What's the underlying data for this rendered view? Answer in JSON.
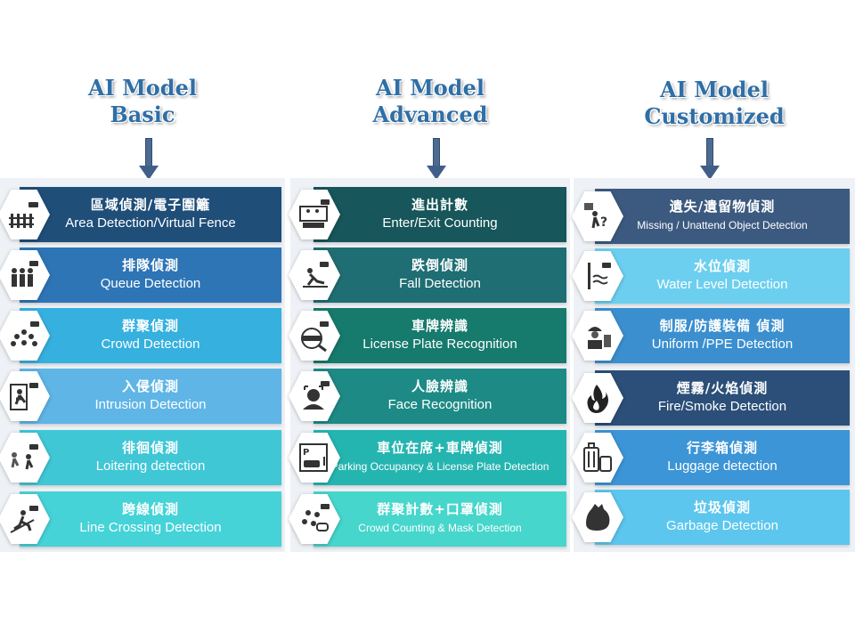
{
  "columns": [
    {
      "title_line1": "AI Model",
      "title_line2": "Basic",
      "items": [
        {
          "zh": "區域偵測/電子圍籬",
          "en": "Area Detection/Virtual Fence",
          "color": "#1f4e79",
          "icon": "fence-camera-icon"
        },
        {
          "zh": "排隊偵測",
          "en": "Queue Detection",
          "color": "#2e75b6",
          "icon": "queue-people-icon"
        },
        {
          "zh": "群聚偵測",
          "en": "Crowd Detection",
          "color": "#35b0df",
          "icon": "crowd-icon"
        },
        {
          "zh": "入侵偵測",
          "en": "Intrusion Detection",
          "color": "#5fb5e6",
          "icon": "intrusion-icon"
        },
        {
          "zh": "徘徊偵測",
          "en": "Loitering detection",
          "color": "#3fc7d6",
          "icon": "loitering-icon"
        },
        {
          "zh": "跨線偵測",
          "en": "Line Crossing Detection",
          "color": "#45d3d8",
          "icon": "line-crossing-icon"
        }
      ]
    },
    {
      "title_line1": "AI Model",
      "title_line2": "Advanced",
      "items": [
        {
          "zh": "進出計數",
          "en": "Enter/Exit Counting",
          "color": "#17565a",
          "icon": "enter-exit-icon",
          "small": false
        },
        {
          "zh": "跌倒偵測",
          "en": "Fall Detection",
          "color": "#1f6e73",
          "icon": "fall-icon",
          "small": false
        },
        {
          "zh": "車牌辨識",
          "en": "License Plate Recognition",
          "color": "#167a6c",
          "icon": "license-plate-icon",
          "small": false
        },
        {
          "zh": "人臉辨識",
          "en": "Face Recognition",
          "color": "#1d8a86",
          "icon": "face-icon",
          "small": false
        },
        {
          "zh": "車位在席+車牌偵測",
          "en": "Parking Occupancy & License Plate Detection",
          "color": "#25b5b0",
          "icon": "parking-icon",
          "small": true
        },
        {
          "zh": "群聚計數+口罩偵測",
          "en": "Crowd Counting & Mask Detection",
          "color": "#46d6cc",
          "icon": "mask-crowd-icon",
          "small": true
        }
      ]
    },
    {
      "title_line1": "AI Model",
      "title_line2": "Customized",
      "items": [
        {
          "zh": "遺失/遺留物偵測",
          "en": "Missing / Unattend Object Detection",
          "color": "#3c5a7f",
          "icon": "missing-object-icon",
          "small": true
        },
        {
          "zh": "水位偵測",
          "en": "Water Level Detection",
          "color": "#6ccfef",
          "icon": "water-level-icon",
          "small": false
        },
        {
          "zh": "制服/防護裝備 偵測",
          "en": "Uniform /PPE Detection",
          "color": "#3b8fcf",
          "icon": "ppe-icon",
          "small": false
        },
        {
          "zh": "煙霧/火焰偵測",
          "en": "Fire/Smoke Detection",
          "color": "#2b4f78",
          "icon": "fire-icon",
          "small": false
        },
        {
          "zh": "行李箱偵測",
          "en": "Luggage detection",
          "color": "#3c95d6",
          "icon": "luggage-icon",
          "small": false
        },
        {
          "zh": "垃圾偵測",
          "en": "Garbage Detection",
          "color": "#5cc6ee",
          "icon": "garbage-icon",
          "small": false
        }
      ]
    }
  ]
}
